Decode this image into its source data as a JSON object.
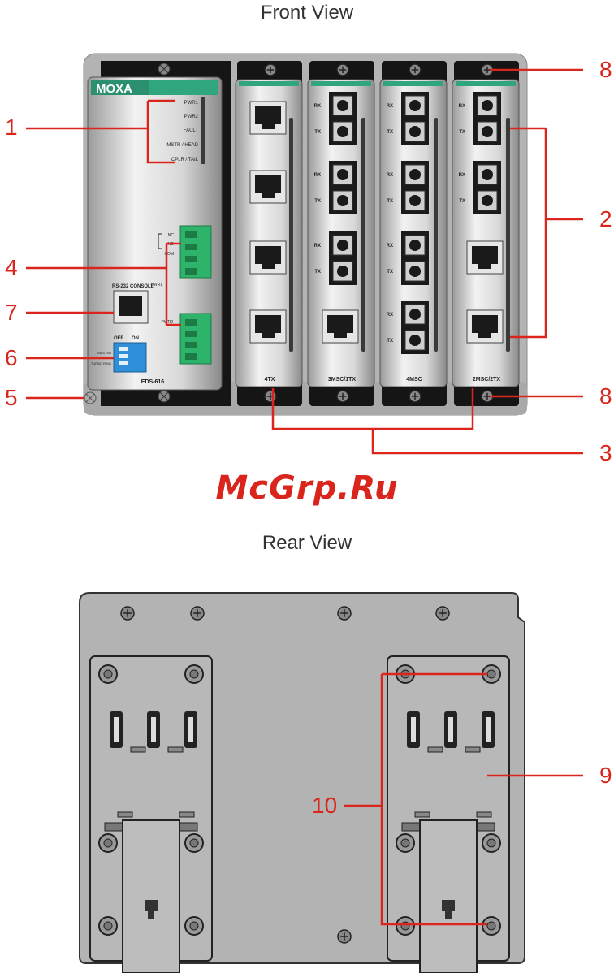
{
  "titles": {
    "front": "Front View",
    "rear": "Rear View"
  },
  "watermark": "McGrp.Ru",
  "colors": {
    "callout": "#d9251c",
    "module_accent": "#2fa67d",
    "terminal": "#2db36a",
    "dip": "#2f8fd8"
  },
  "front": {
    "brand": "MOXA",
    "model": "EDS-616",
    "leds": [
      "PWR1",
      "PWR2",
      "FAULT",
      "MSTR / HEAD",
      "CPLR / TAIL"
    ],
    "relay_labels": [
      "NC",
      "NO",
      "COM"
    ],
    "power_labels": [
      "PWR1",
      "PWR2"
    ],
    "console_label": "RS-232 CONSOLE",
    "dip_header": [
      "OFF",
      "ON"
    ],
    "dip_labels": [
      "MASTER",
      "TURBO RING"
    ],
    "modules": [
      {
        "name": "4TX"
      },
      {
        "name": "3MSC/1TX"
      },
      {
        "name": "4MSC"
      },
      {
        "name": "2MSC/2TX"
      }
    ],
    "rx": "RX",
    "tx": "TX"
  },
  "callouts": {
    "c1": "1",
    "c2": "2",
    "c3": "3",
    "c4": "4",
    "c5": "5",
    "c6": "6",
    "c7": "7",
    "c8a": "8",
    "c8b": "8",
    "c9": "9",
    "c10": "10"
  }
}
